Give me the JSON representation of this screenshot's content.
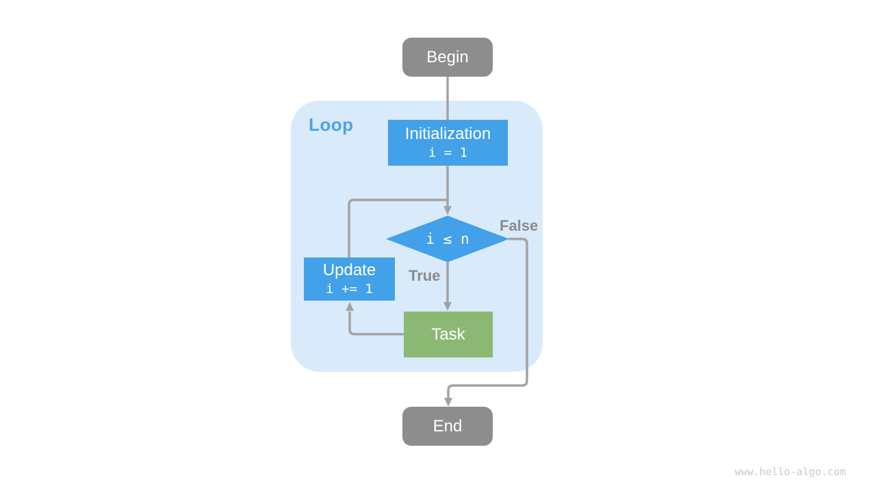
{
  "diagram": {
    "nodes": {
      "begin": {
        "label": "Begin"
      },
      "initialization": {
        "title": "Initialization",
        "code": "i = 1"
      },
      "condition": {
        "code": "i ≤ n"
      },
      "update": {
        "title": "Update",
        "code": "i += 1"
      },
      "task": {
        "label": "Task"
      },
      "end": {
        "label": "End"
      }
    },
    "labels": {
      "loop": "Loop",
      "true_branch": "True",
      "false_branch": "False"
    },
    "colors": {
      "process_fill": "#42a1e8",
      "task_fill": "#8bb974",
      "terminal_fill": "#8d8d8d",
      "loop_container_fill": "#d9eafb",
      "loop_label_text": "#4aa3ea",
      "edge_stroke": "#a3a3a3",
      "branch_label_text": "#8a8a8a",
      "node_text": "#ffffff",
      "watermark_text": "#c9c9c9"
    },
    "watermark": "www.hello-algo.com"
  }
}
